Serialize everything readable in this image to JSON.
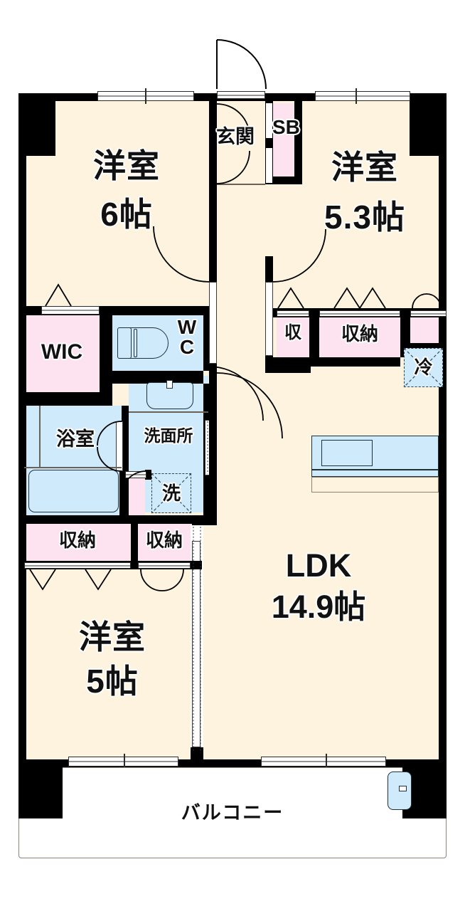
{
  "plan": {
    "type": "japanese-apartment-floorplan",
    "layout_code": "3LDK",
    "rooms": [
      {
        "id": "bedroom_nw",
        "name": "洋室",
        "size": "6帖",
        "category": "western-style-room"
      },
      {
        "id": "bedroom_ne",
        "name": "洋室",
        "size": "5.3帖",
        "category": "western-style-room"
      },
      {
        "id": "bedroom_sw",
        "name": "洋室",
        "size": "5帖",
        "category": "western-style-room"
      },
      {
        "id": "ldk",
        "name": "LDK",
        "size": "14.9帖",
        "category": "living-dining-kitchen"
      },
      {
        "id": "genkan",
        "name": "玄関",
        "size": "",
        "category": "entrance"
      },
      {
        "id": "shoe_box",
        "name": "SB",
        "size": "",
        "category": "shoe-box"
      },
      {
        "id": "wic",
        "name": "WIC",
        "size": "",
        "category": "walk-in-closet"
      },
      {
        "id": "wc",
        "name": "WC",
        "size": "",
        "category": "toilet"
      },
      {
        "id": "bath",
        "name": "浴室",
        "size": "",
        "category": "bathroom"
      },
      {
        "id": "vanity",
        "name": "洗面所",
        "size": "",
        "category": "washroom"
      },
      {
        "id": "balcony",
        "name": "バルコニー",
        "size": "",
        "category": "balcony"
      }
    ],
    "labels": {
      "bedroom_nw_name": "洋室",
      "bedroom_nw_size": "6帖",
      "bedroom_ne_name": "洋室",
      "bedroom_ne_size": "5.3帖",
      "bedroom_sw_name": "洋室",
      "bedroom_sw_size": "5帖",
      "ldk_name": "LDK",
      "ldk_size": "14.9帖",
      "genkan": "玄関",
      "shoe_box": "SB",
      "wic": "WIC",
      "wc": "W\nC",
      "bath": "浴室",
      "vanity": "洗面所",
      "washer": "洗",
      "fridge": "冷",
      "balcony": "バルコニー",
      "closet_ne_small": "収",
      "closet_ne_large": "収納",
      "closet_sw_large": "収納",
      "closet_sw_small": "収納"
    },
    "storage_labels": {
      "a": "収",
      "b": "収納",
      "c": "収納",
      "d": "収納"
    },
    "appliances": {
      "fridge_label": "冷",
      "washer_label": "洗"
    },
    "colors": {
      "wall": "#000000",
      "floor": "#fdf3de",
      "wet_area": "#cfeafb",
      "storage": "#fce3ef",
      "balcony": "#ffffff",
      "text": "#111111",
      "outline": "#6b6257"
    }
  }
}
